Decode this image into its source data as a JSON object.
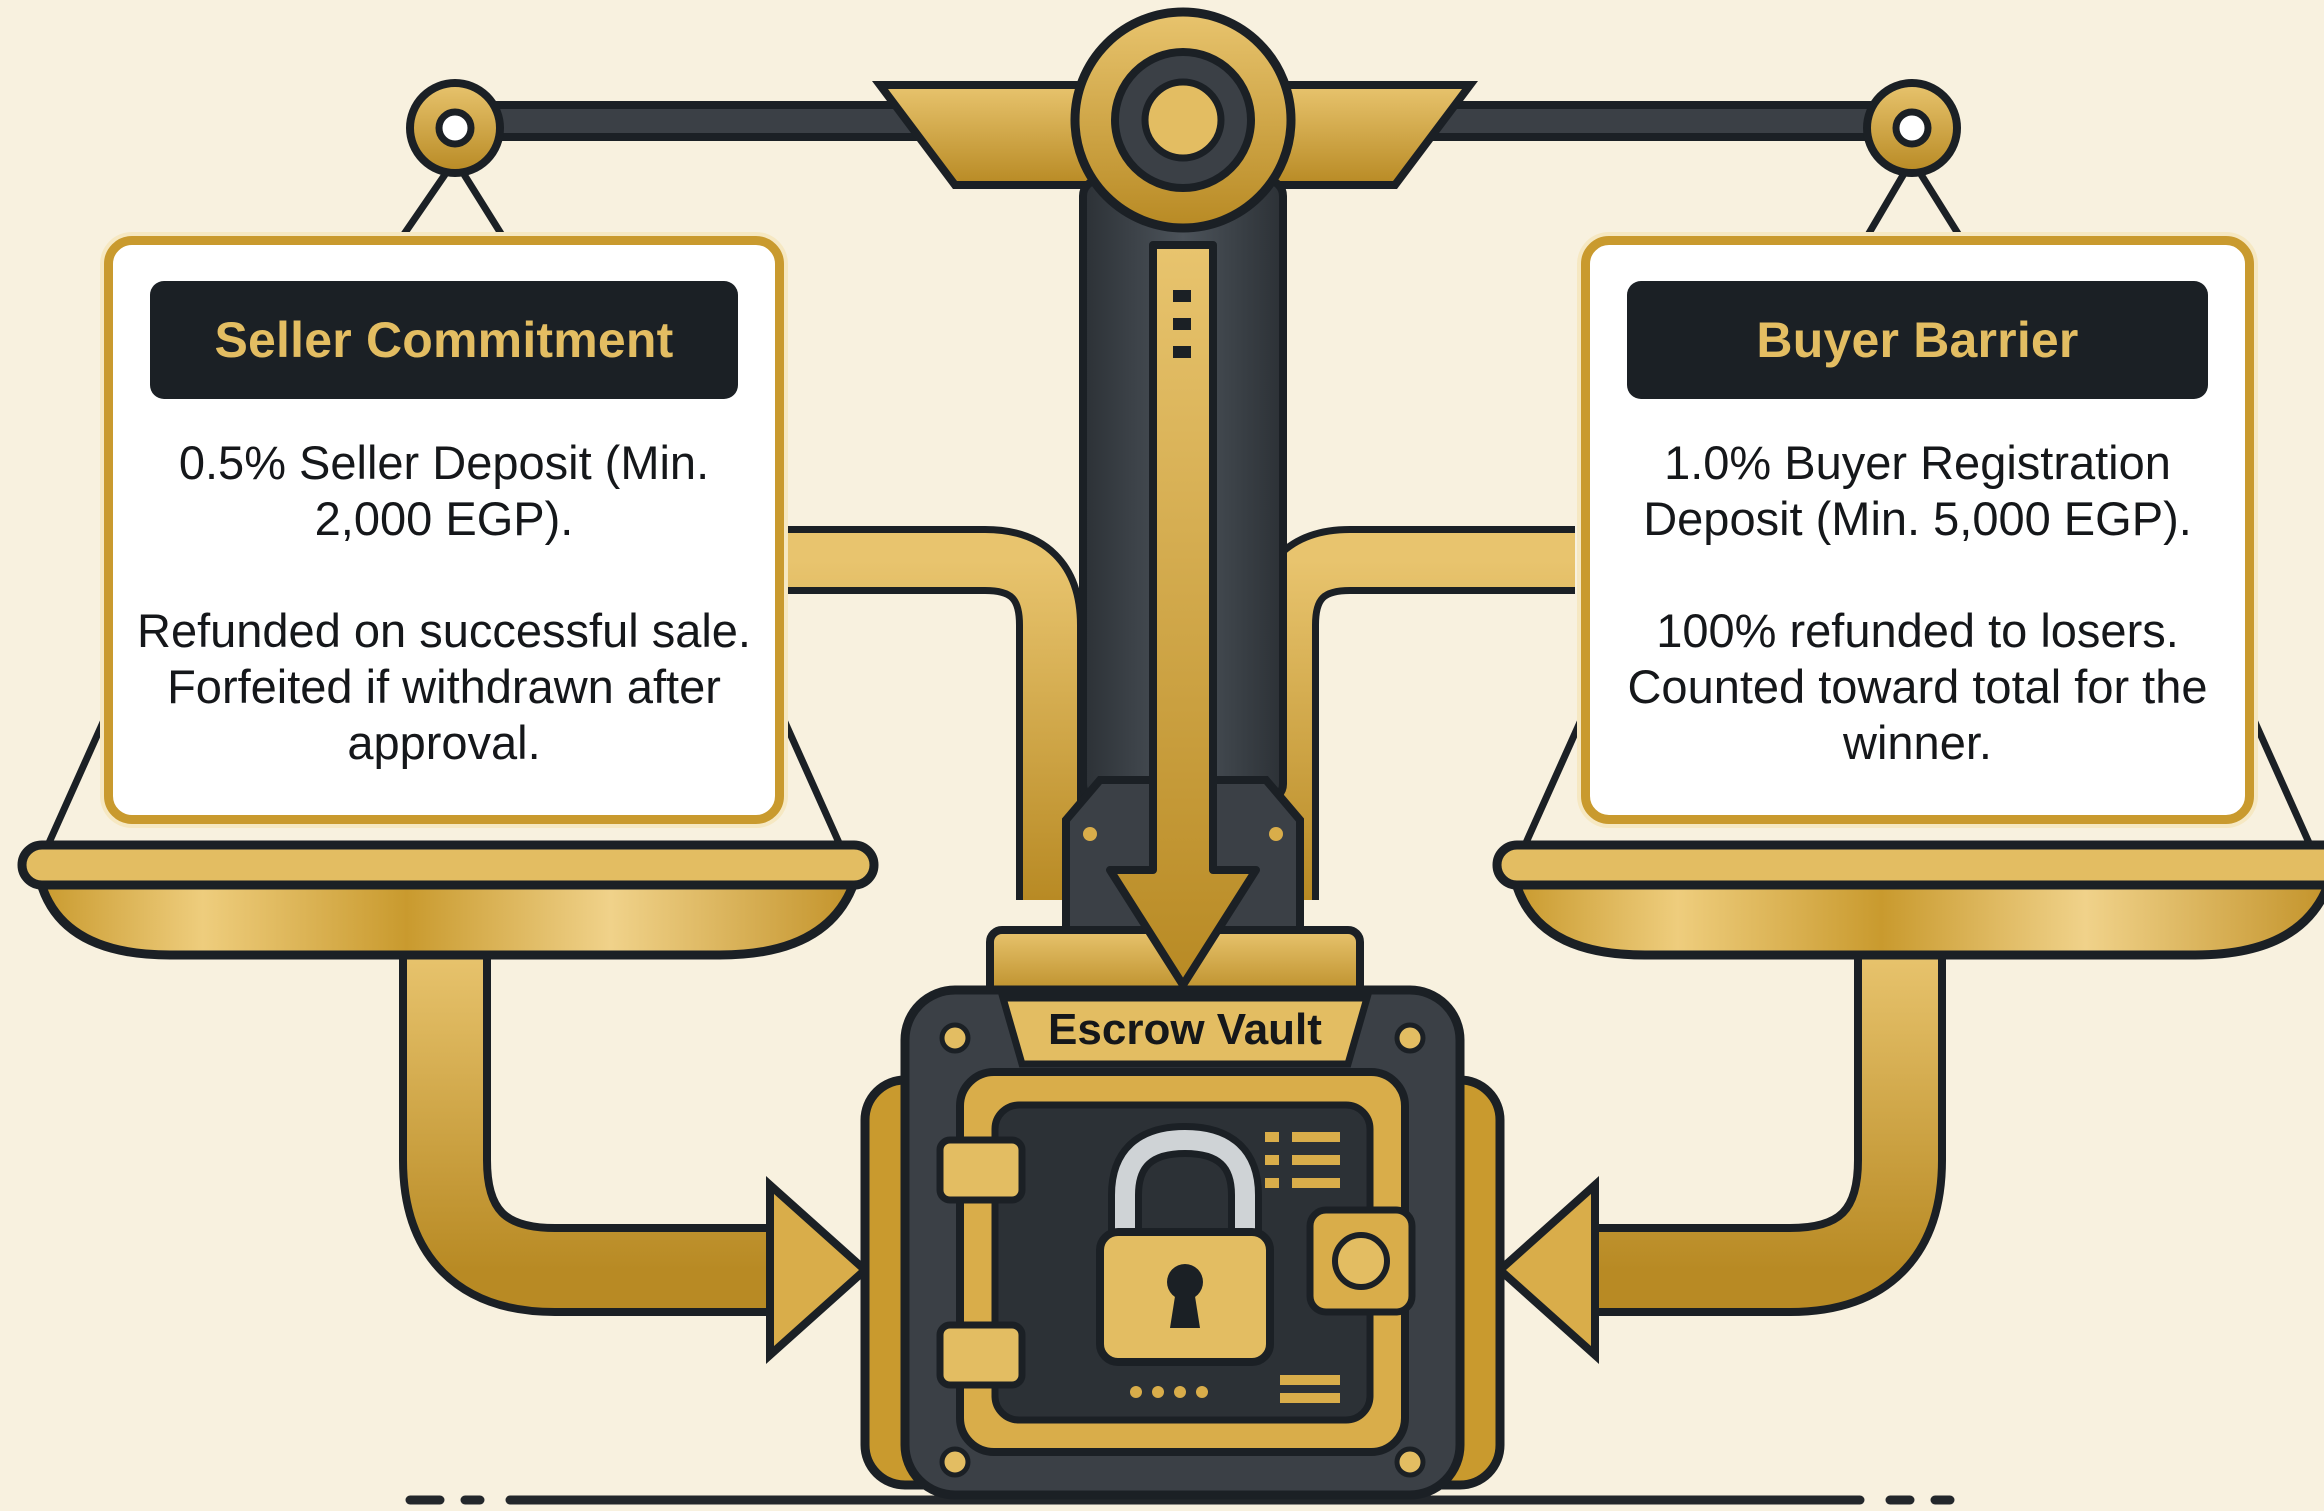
{
  "seller": {
    "title": "Seller Commitment",
    "line1": "0.5% Seller Deposit (Min. 2,000 EGP).",
    "line2": "Refunded on successful sale. Forfeited if withdrawn after approval."
  },
  "buyer": {
    "title": "Buyer Barrier",
    "line1": "1.0% Buyer Registration Deposit (Min. 5,000 EGP).",
    "line2": "100% refunded to losers. Counted toward total for the winner."
  },
  "vault": {
    "label": "Escrow Vault"
  },
  "colors": {
    "gold": "#c99a2e",
    "gold_light": "#e3bd62",
    "dark": "#1b2025",
    "steel": "#3b4046",
    "background": "#f8f1df"
  },
  "icons": [
    "balance-scale-icon",
    "padlock-icon",
    "keyhole-icon",
    "down-arrow-icon",
    "right-arrow-icon",
    "left-arrow-icon"
  ]
}
